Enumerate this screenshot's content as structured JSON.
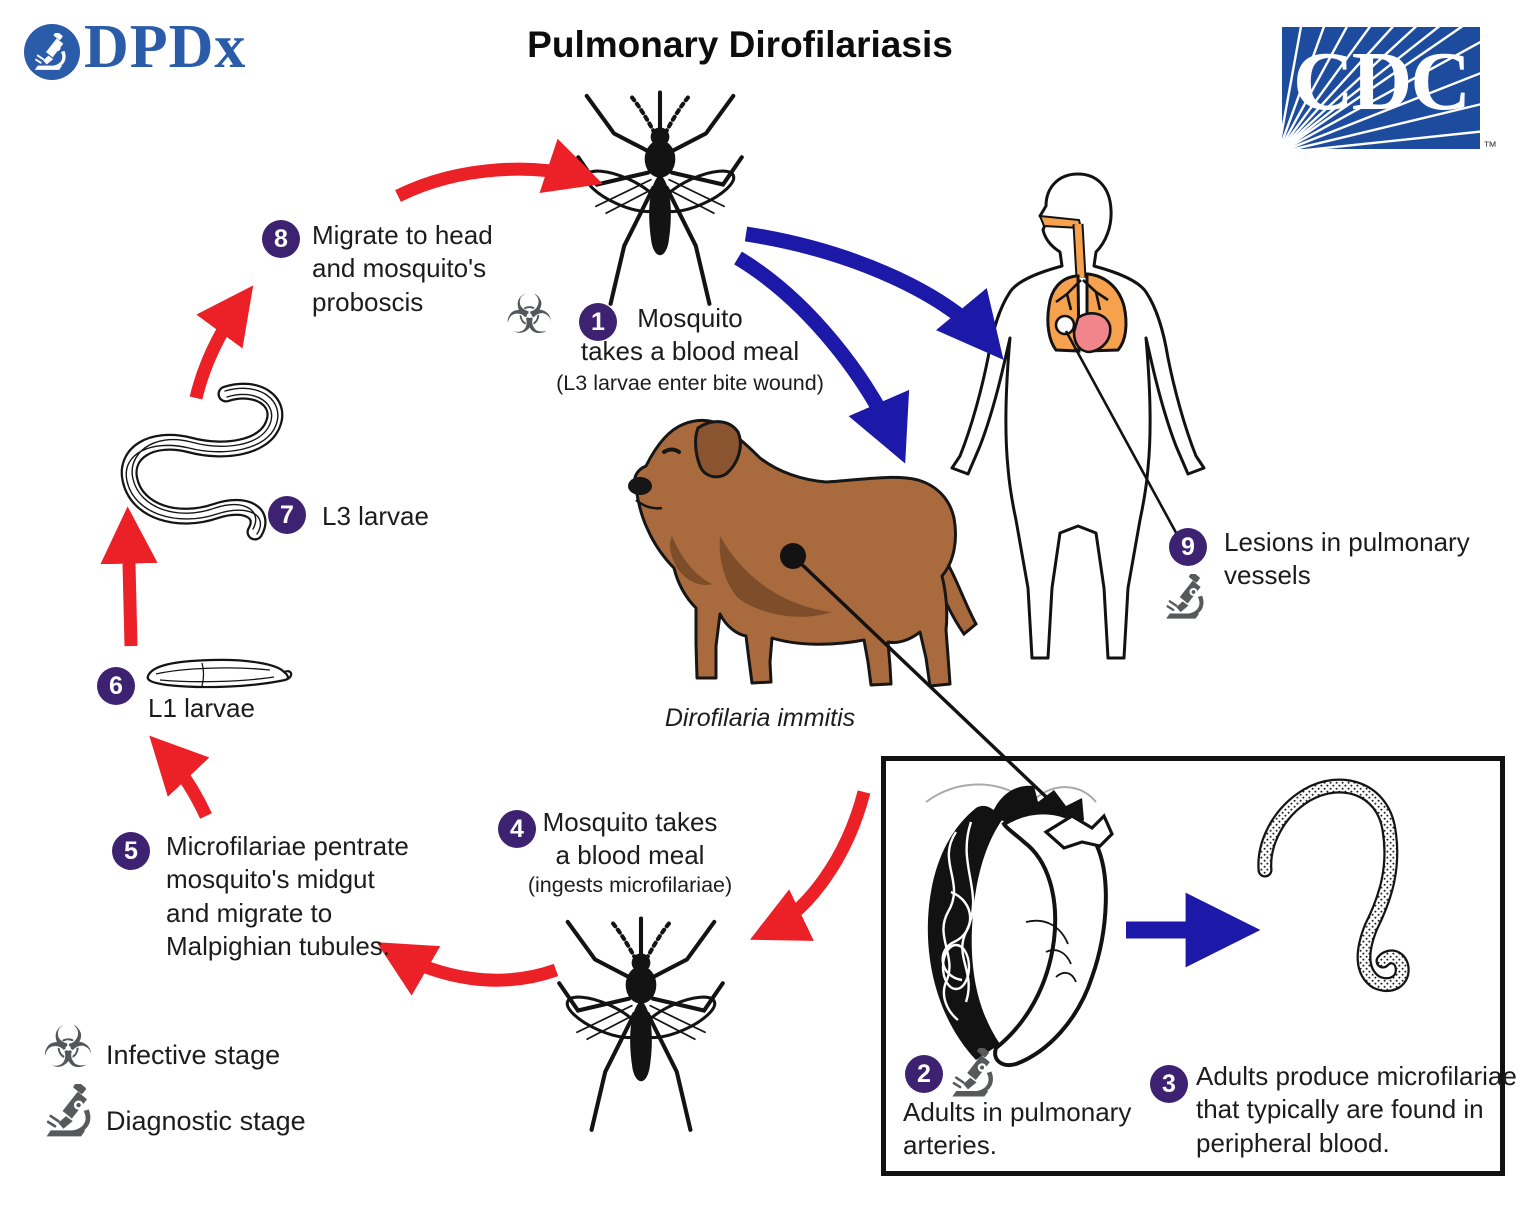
{
  "header": {
    "title": "Pulmonary Dirofilariasis",
    "dpdx_label": "DPDx",
    "cdc_label": "CDC",
    "cdc_tm": "™"
  },
  "organism_label": "Dirofilaria immitis",
  "legend": {
    "infective_label": "Infective stage",
    "diagnostic_label": "Diagnostic stage"
  },
  "icons": {
    "biohazard": "☣"
  },
  "steps": {
    "s1": {
      "num": "1",
      "text": "Mosquito\ntakes a blood meal",
      "note": "(L3 larvae enter bite wound)"
    },
    "s2": {
      "num": "2",
      "text": "Adults in pulmonary\narteries."
    },
    "s3": {
      "num": "3",
      "text": "Adults produce microfilariae\nthat typically are found in\nperipheral blood."
    },
    "s4": {
      "num": "4",
      "text": "Mosquito takes\na blood meal",
      "note": "(ingests microfilariae)"
    },
    "s5": {
      "num": "5",
      "text": "Microfilariae pentrate\nmosquito's midgut\nand migrate to\nMalpighian tubules."
    },
    "s6": {
      "num": "6",
      "text": "L1 larvae"
    },
    "s7": {
      "num": "7",
      "text": "L3 larvae"
    },
    "s8": {
      "num": "8",
      "text": "Migrate to head\nand mosquito's\nproboscis"
    },
    "s9": {
      "num": "9",
      "text": "Lesions in pulmonary\nvessels"
    }
  },
  "colors": {
    "cycle_arrow_red": "#ec2027",
    "host_arrow_blue": "#1d19a8",
    "step_badge_purple": "#3d2271",
    "icon_gray": "#58595b",
    "dpdx_blue": "#2b5ca9",
    "cdc_blue": "#1d4c9f",
    "dog_brown": "#a96b3e",
    "lung_orange": "#f5a14d",
    "heart_pink": "#f0868c"
  }
}
